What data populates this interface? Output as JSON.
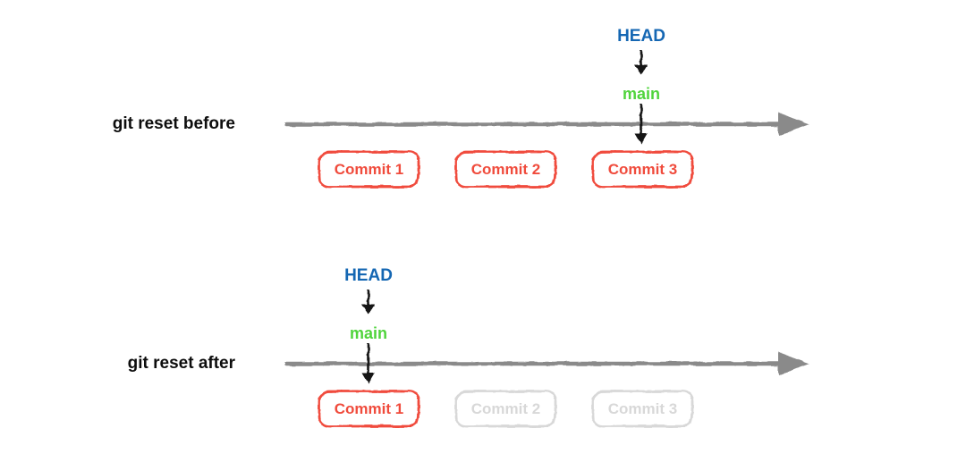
{
  "title": "git reset before and after diagram",
  "colors": {
    "background": "#ffffff",
    "head_blue": "#1567b3",
    "branch_green": "#50d43c",
    "commit_red": "#f04b3c",
    "timeline_gray": "#8a8a8a",
    "faded_gray": "#d8d8d8",
    "arrow_black": "#141414",
    "label_black": "#0d0d0d"
  },
  "diagrams": [
    {
      "label": "git reset before",
      "head_label": "HEAD",
      "branch_label": "main",
      "head_points_to": "main",
      "branch_points_to": "Commit 3",
      "commits": [
        {
          "label": "Commit 1",
          "state": "active"
        },
        {
          "label": "Commit 2",
          "state": "active"
        },
        {
          "label": "Commit 3",
          "state": "active"
        }
      ]
    },
    {
      "label": "git reset after",
      "head_label": "HEAD",
      "branch_label": "main",
      "head_points_to": "main",
      "branch_points_to": "Commit 1",
      "commits": [
        {
          "label": "Commit 1",
          "state": "active"
        },
        {
          "label": "Commit 2",
          "state": "faded"
        },
        {
          "label": "Commit 3",
          "state": "faded"
        }
      ]
    }
  ]
}
